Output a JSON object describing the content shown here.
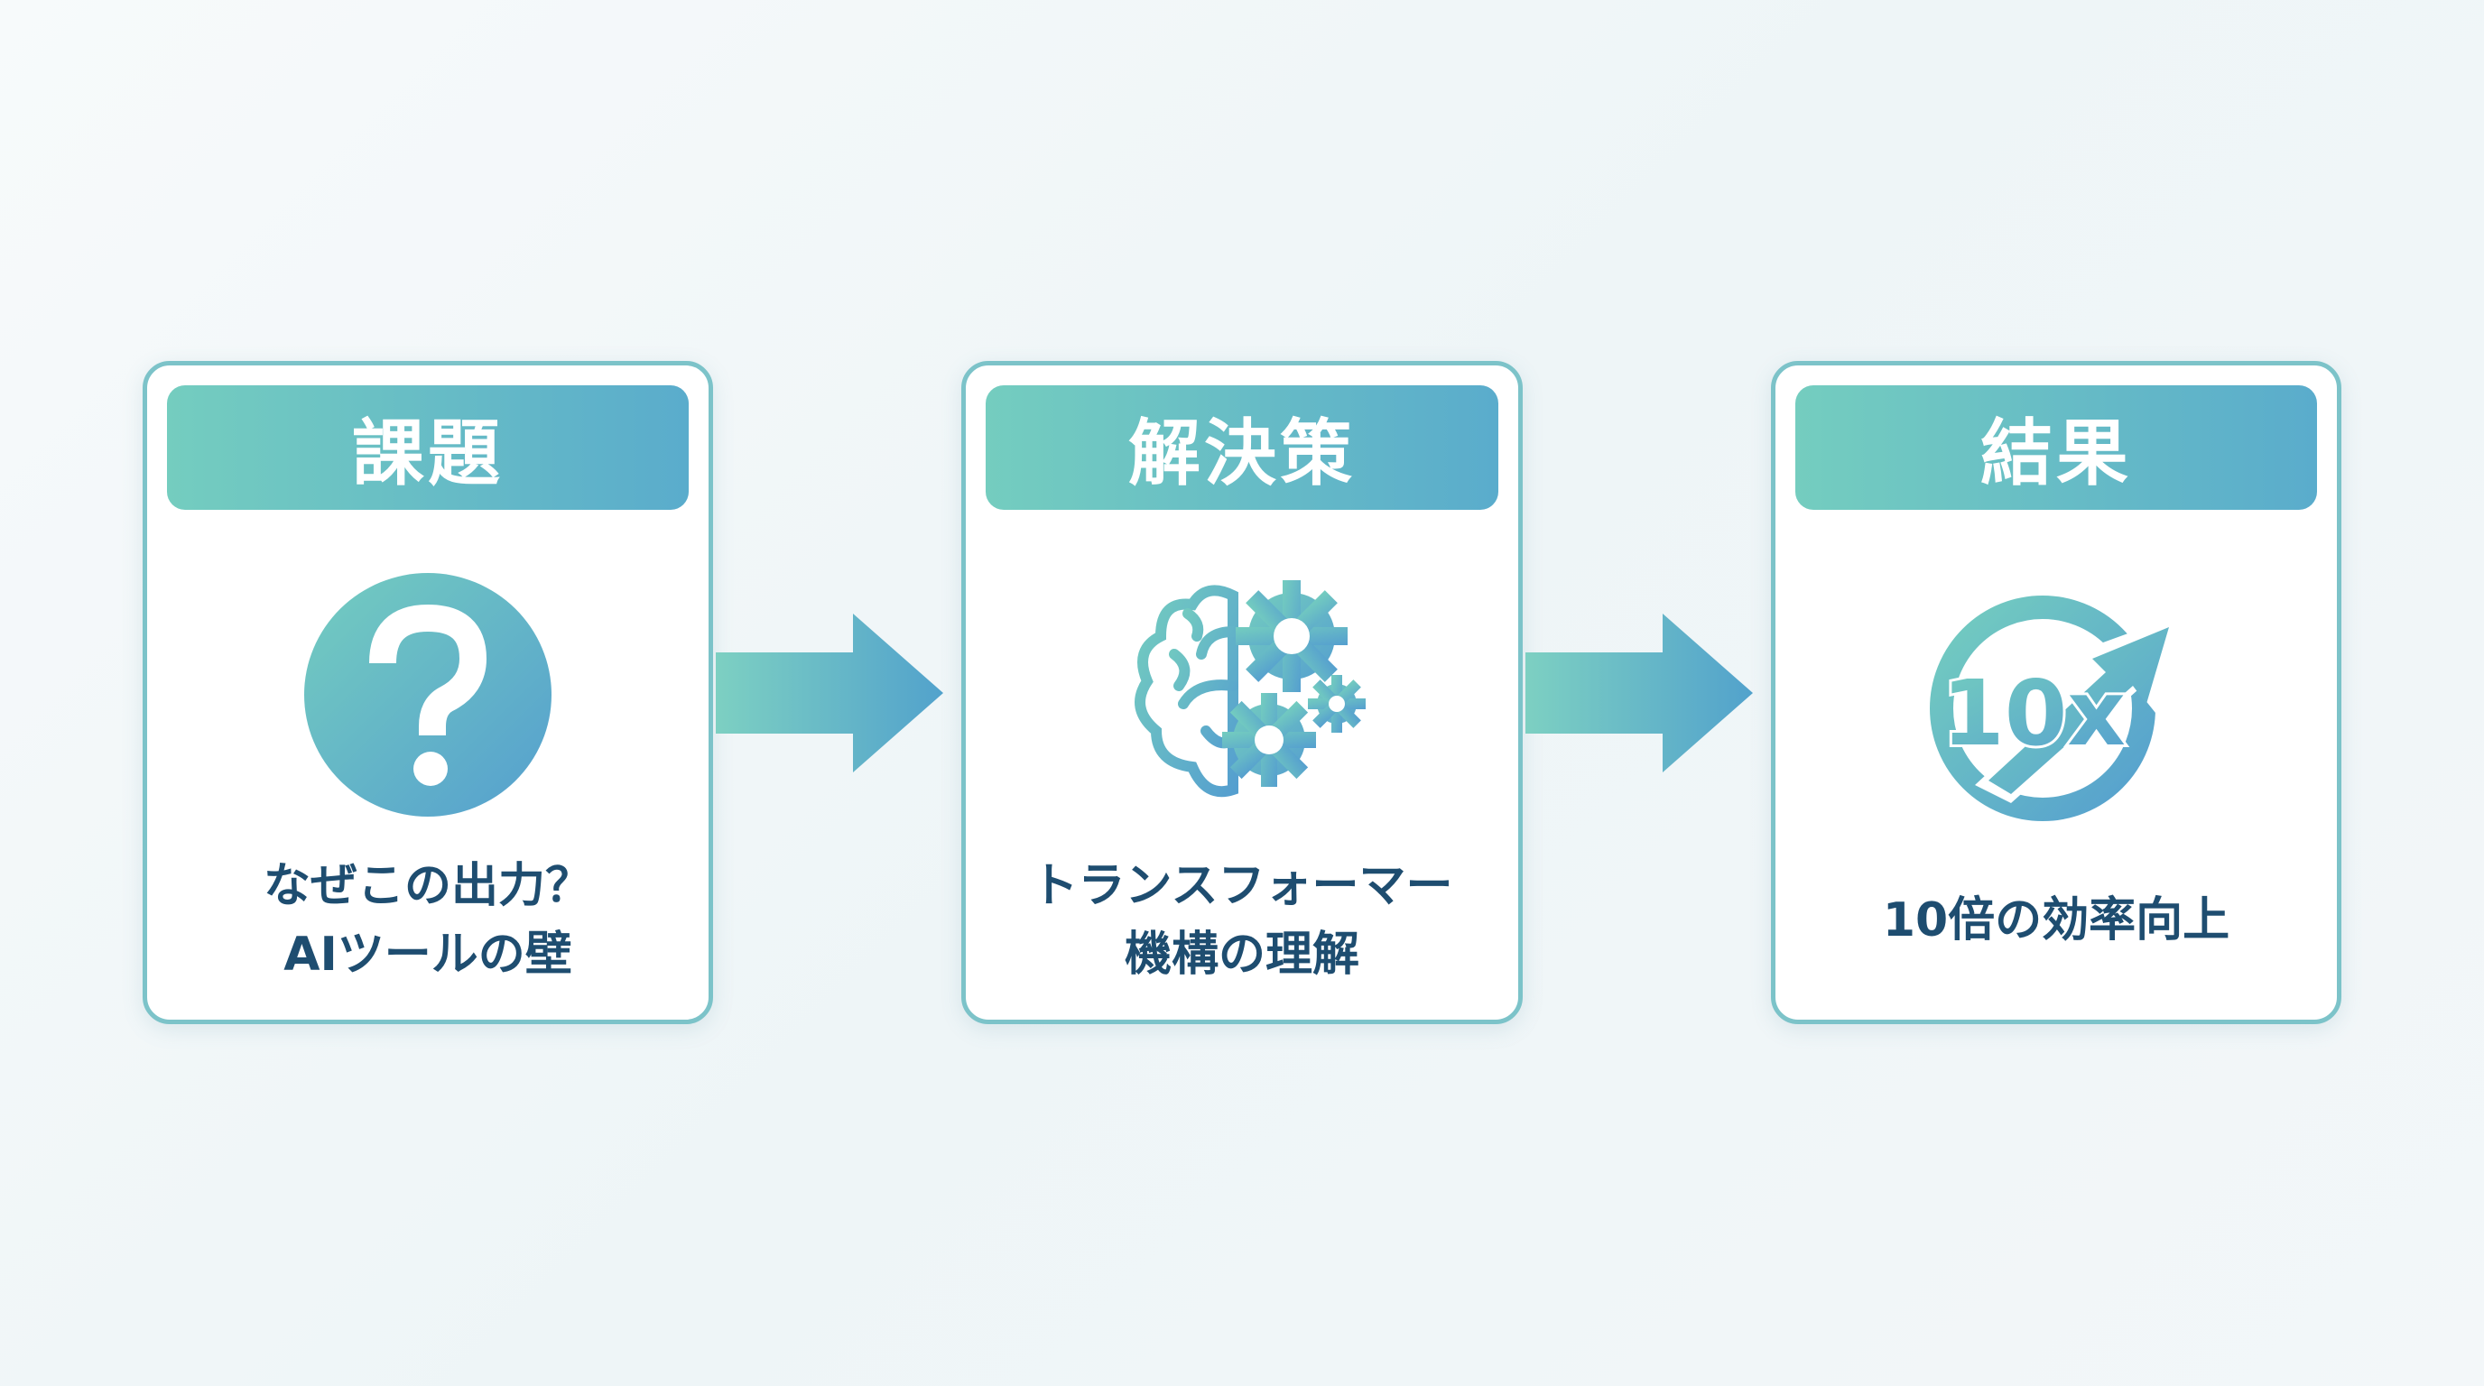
{
  "steps": [
    {
      "title": "課題",
      "icon": "question-circle-icon",
      "lines": [
        "なぜこの出力？",
        "AIツールの壁"
      ]
    },
    {
      "title": "解決策",
      "icon": "brain-gears-icon",
      "lines": [
        "トランスフォーマー",
        "機構の理解"
      ]
    },
    {
      "title": "結果",
      "icon": "ten-x-growth-arrow-icon",
      "lines": [
        "10倍の効率向上"
      ],
      "badge": "10x"
    }
  ],
  "colors": {
    "gradient_start": "#74cdbf",
    "gradient_end": "#5aaccc",
    "text": "#1e4d70"
  }
}
